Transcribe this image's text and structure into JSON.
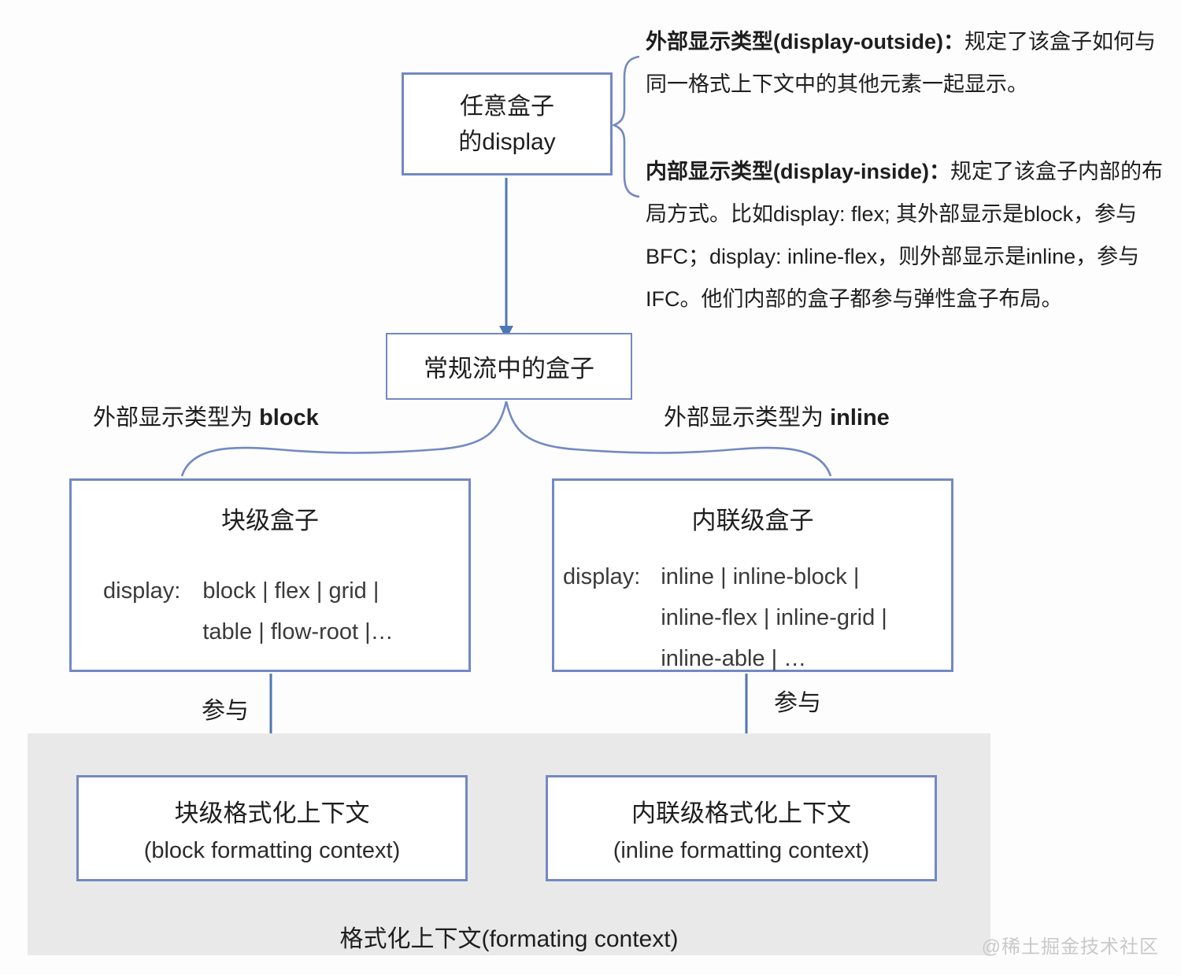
{
  "colors": {
    "box_border": "#7289c2",
    "arrow": "#4d77b5",
    "connector": "#7289c2",
    "gray_band": "#e9e9e9",
    "text": "#1e1e1e",
    "watermark": "#c9c9c9",
    "background": "#fdfdfd"
  },
  "nodes": {
    "any_box": {
      "line1": "任意盒子",
      "line2": "的display"
    },
    "normal_flow_box": {
      "label": "常规流中的盒子"
    },
    "block_box": {
      "title": "块级盒子",
      "property": "display:",
      "values_line1": "block | flex | grid |",
      "values_line2": "table | flow-root |…"
    },
    "inline_box": {
      "title": "内联级盒子",
      "property": "display:",
      "values_line1": "inline | inline-block |",
      "values_line2": "inline-flex | inline-grid |",
      "values_line3": "inline-able | …"
    },
    "bfc_box": {
      "title": "块级格式化上下文",
      "subtitle": "(block formatting context)"
    },
    "ifc_box": {
      "title": "内联级格式化上下文",
      "subtitle": "(inline formatting context)"
    }
  },
  "annotations": {
    "outside": {
      "term": "外部显示类型(display-outside)：",
      "body": "规定了该盒子如何与同一格式上下文中的其他元素一起显示。"
    },
    "inside": {
      "term": "内部显示类型(display-inside)：",
      "body": "规定了该盒子内部的布局方式。比如display: flex; 其外部显示是block，参与 BFC；display: inline-flex，则外部显示是inline，参与IFC。他们内部的盒子都参与弹性盒子布局。"
    }
  },
  "edge_labels": {
    "left_branch_prefix": "外部显示类型为 ",
    "left_branch_value": "block",
    "right_branch_prefix": "外部显示类型为 ",
    "right_branch_value": "inline",
    "participate_left": "参与",
    "participate_right": "参与"
  },
  "footer": {
    "gray_area_label": "格式化上下文(formating context)",
    "watermark": "@稀土掘金技术社区"
  }
}
